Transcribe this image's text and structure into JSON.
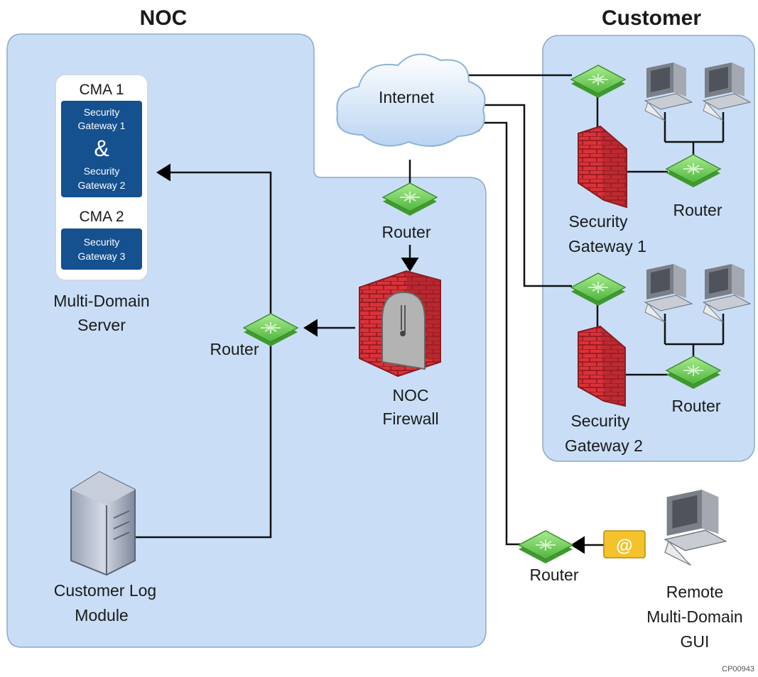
{
  "sections": {
    "noc": "NOC",
    "customer": "Customer"
  },
  "internet": "Internet",
  "mds": {
    "cma1": "CMA 1",
    "gw1": [
      "Security",
      "Gateway 1"
    ],
    "amp": "&",
    "gw2": [
      "Security",
      "Gateway 2"
    ],
    "cma2": "CMA 2",
    "gw3": [
      "Security",
      "Gateway 3"
    ],
    "label": [
      "Multi-Domain",
      "Server"
    ]
  },
  "noc_router_top": "Router",
  "noc_firewall": [
    "NOC",
    "Firewall"
  ],
  "noc_router_mid": "Router",
  "log_module": [
    "Customer Log",
    "Module"
  ],
  "cust_gateway1": [
    "Security",
    "Gateway 1"
  ],
  "cust_router1": "Router",
  "cust_gateway2": [
    "Security",
    "Gateway 2"
  ],
  "cust_router2": "Router",
  "remote_router": "Router",
  "remote_gui": [
    "Remote",
    "Multi-Domain",
    "GUI"
  ],
  "email_icon_glyph": "@",
  "figure_code": "CP00943",
  "colors": {
    "region_fill": "#c9def6",
    "region_stroke": "#8fa9c6",
    "router_green": "#7fd66a",
    "firewall_red": "#d9323a",
    "cma_blue": "#15508f"
  }
}
